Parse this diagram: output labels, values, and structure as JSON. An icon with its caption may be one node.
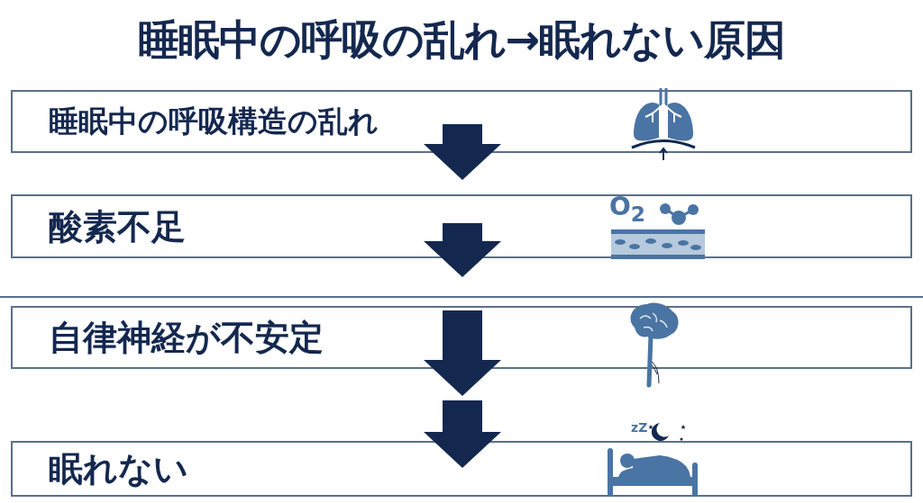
{
  "diagram": {
    "title": "睡眠中の呼吸の乱れ→眠れない原因",
    "nodes": [
      {
        "text": [
          "睡眠中の呼吸構造の乱れ"
        ]
      },
      {
        "text": [
          "酸素不足"
        ]
      },
      {
        "text": [
          "自律神経が不安定"
        ]
      },
      {
        "text": [
          "眠れない"
        ]
      }
    ],
    "edges": [
      {
        "from": 0,
        "to": 1,
        "arrow": "to"
      },
      {
        "from": 1,
        "to": 2,
        "arrow": "to"
      },
      {
        "from": 2,
        "to": 3,
        "arrow": "to"
      },
      {
        "from": 2,
        "to": 3,
        "arrow": "to"
      }
    ],
    "labels": [
      "O$_{2}$",
      "zZ"
    ]
  }
}
